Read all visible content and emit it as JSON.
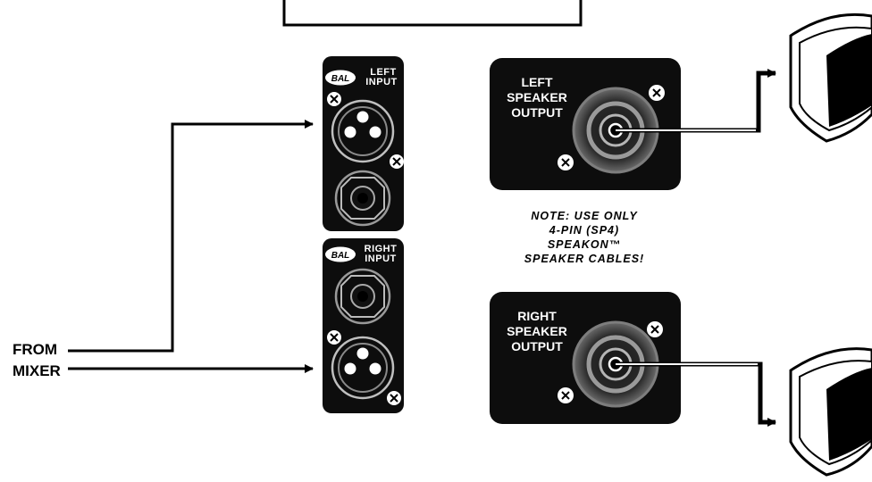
{
  "panels": {
    "left_input": {
      "badge": "BAL",
      "line1": "LEFT",
      "line2": "INPUT"
    },
    "right_input": {
      "badge": "BAL",
      "line1": "RIGHT",
      "line2": "INPUT"
    },
    "left_output": {
      "line1": "LEFT",
      "line2": "SPEAKER",
      "line3": "OUTPUT"
    },
    "right_output": {
      "line1": "RIGHT",
      "line2": "SPEAKER",
      "line3": "OUTPUT"
    }
  },
  "note": {
    "line1": "NOTE: USE ONLY",
    "line2": "4-PIN (SP4)",
    "line3": "SPEAKON™",
    "line4": "SPEAKER CABLES!"
  },
  "source": {
    "line1": "FROM",
    "line2": "MIXER"
  },
  "colors": {
    "panel": "#0d0d0d",
    "ink": "#000000",
    "paper": "#ffffff"
  }
}
